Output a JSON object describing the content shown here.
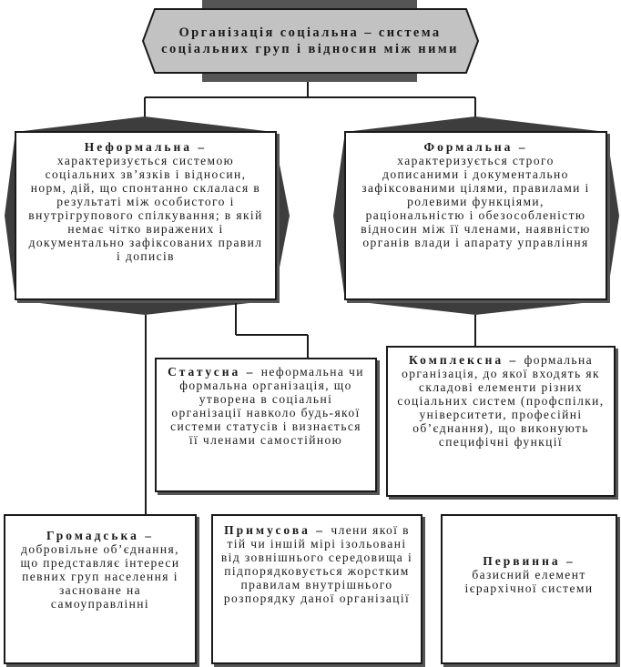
{
  "header": {
    "line1": "Організація соціальна – система",
    "line2": "соціальних груп і відносин між ними"
  },
  "boxes": {
    "informal": {
      "title": "Неформальна –",
      "text": "характеризується системою соціальних зв’язків і відносин, норм, дій, що спонтанно склалася в результаті між особистого і внутрігрупового спілкування; в якій немає чітко виражених і документально зафіксованих правил і дописів"
    },
    "formal": {
      "title": "Формальна –",
      "text": "характеризується строго дописаними і документально зафіксованими цілями, правилами і ролевими функціями, раціональністю і обезособленістю відносин між її членами, наявністю органів влади і апарату управління"
    },
    "status": {
      "title": "Статусна –",
      "text": "неформальна чи формальна організація, що утворена в соціальні організації навколо будь-якої системи статусів і визнається її членами самостійною"
    },
    "complex": {
      "title": "Комплексна –",
      "text": "формальна організація, до якої входять як складові елементи різних соціальних систем (профспілки, університети, професійні об’єднання), що виконують специфічні функції"
    },
    "public": {
      "title": "Громадська –",
      "text": "добровільне об’єднання, що представляє інтереси певних груп населення і засноване на самоуправлінні"
    },
    "coercive": {
      "title": "Примусова –",
      "text": "члени якої в тій чи іншій мірі ізольовані від зовнішнього середовища і підпорядковується жорстким правилам внутрішнього розпорядку даної організації"
    },
    "primary": {
      "title": "Первинна –",
      "text": "базисний елемент ієрархічної системи"
    }
  }
}
